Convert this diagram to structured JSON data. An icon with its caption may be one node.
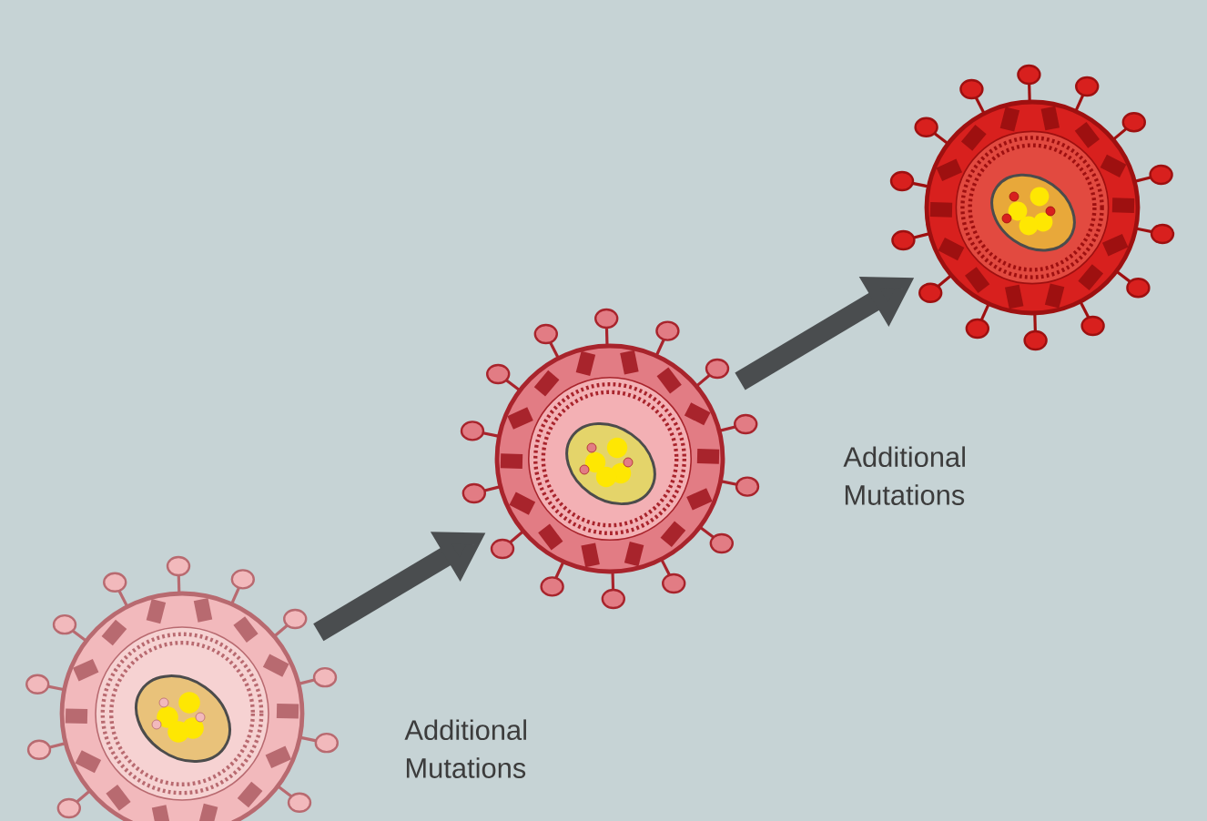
{
  "diagram": {
    "nodes": [
      {
        "text": [],
        "shape": "picture"
      },
      {
        "text": [],
        "shape": "picture"
      },
      {
        "text": [],
        "shape": "picture"
      }
    ],
    "edges": [
      {
        "from": 0,
        "to": 1,
        "arrow": "to",
        "label": "Additional Mutations"
      },
      {
        "from": 1,
        "to": 2,
        "arrow": "to",
        "label": "Additional Mutations"
      }
    ]
  }
}
